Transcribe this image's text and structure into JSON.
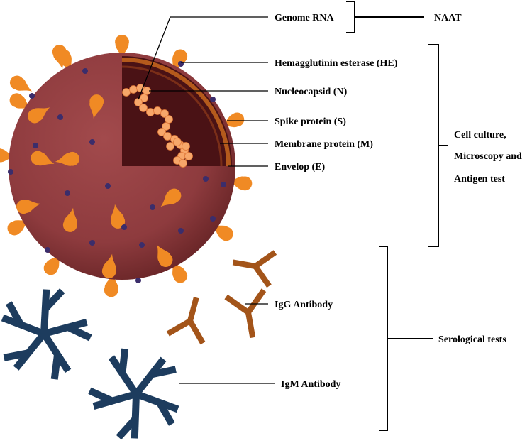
{
  "labels": {
    "genome_rna": "Genome RNA",
    "hemagglutinin_esterase": "Hemagglutinin esterase (HE)",
    "nucleocapsid": "Nucleocapsid (N)",
    "spike_protein": "Spike protein (S)",
    "membrane_protein": "Membrane protein (M)",
    "envelop": "Envelop (E)",
    "igg_antibody": "IgG Antibody",
    "igm_antibody": "IgM Antibody"
  },
  "tests": {
    "naat": "NAAT",
    "cell_culture_lines": [
      "Cell culture,",
      "Microscopy and",
      "Antigen test"
    ],
    "serological": "Serological tests"
  },
  "colors": {
    "virus_body": "#8e3b3e",
    "virus_shadow": "#6a2628",
    "core": "#4a1215",
    "envelope_band": "#b45a1c",
    "spike": "#f08a24",
    "rna_bead": "#f7a76a",
    "membrane_dot": "#3b2d6b",
    "igg": "#a35419",
    "igm": "#1d3c5e"
  }
}
